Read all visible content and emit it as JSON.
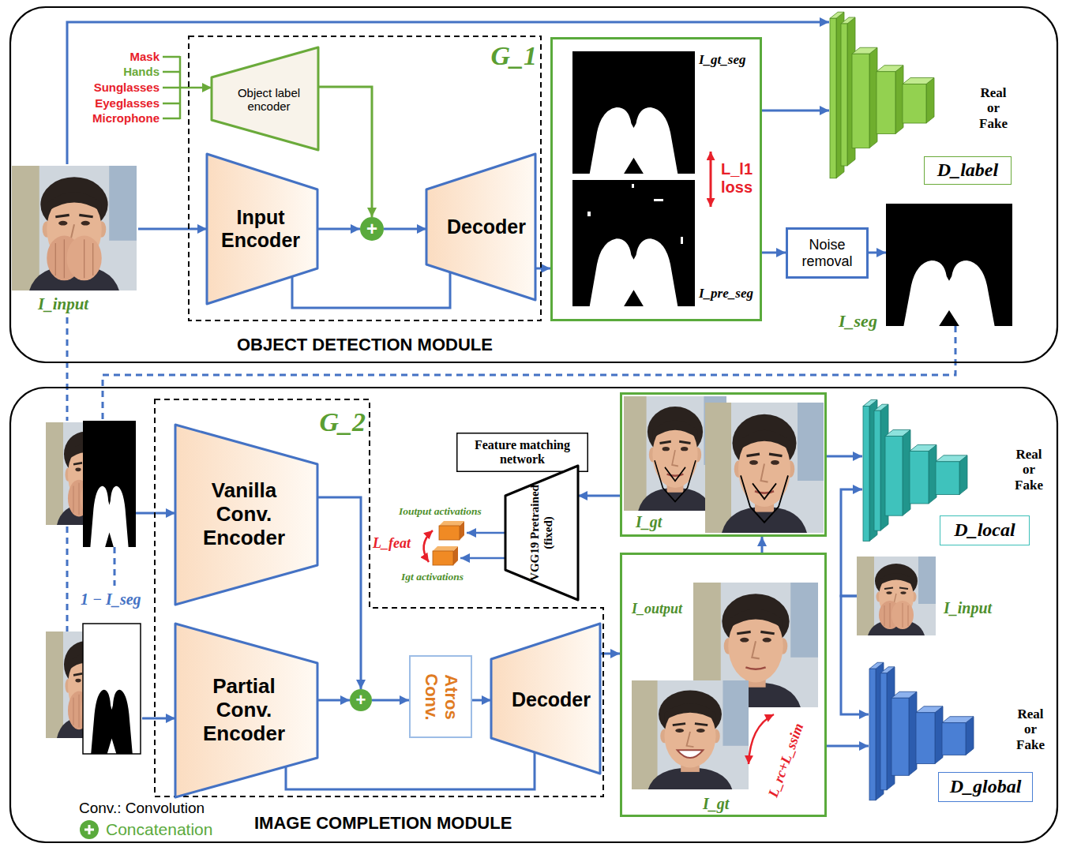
{
  "diagram": {
    "nodes": [
      {
        "text": [
          "OBJECT DETECTION MODULE"
        ]
      },
      {
        "text": [
          "I_input"
        ],
        "in": 0
      },
      {
        "text": [
          "G_1"
        ],
        "in": 0
      },
      {
        "text": [
          "Object label encoder"
        ],
        "in": 2
      },
      {
        "text": [
          "Input Encoder"
        ],
        "in": 2
      },
      {
        "text": [
          "+"
        ],
        "in": 2
      },
      {
        "text": [
          "Decoder"
        ],
        "in": 2
      },
      {
        "text": [
          "I_gt_seg",
          "L_l1 loss",
          "I_pre_seg"
        ],
        "in": 0
      },
      {
        "text": [
          "Real or Fake",
          "D_label"
        ],
        "in": 0
      },
      {
        "text": [
          "Noise removal"
        ],
        "in": 0
      },
      {
        "text": [
          "I_seg"
        ],
        "in": 0
      },
      {
        "text": [
          "IMAGE COMPLETION MODULE"
        ]
      },
      {
        "text": [
          "1 − I_seg"
        ],
        "in": 11
      },
      {
        "text": [
          "G_2"
        ],
        "in": 11
      },
      {
        "text": [
          "Vanilla Conv. Encoder"
        ],
        "in": 13
      },
      {
        "text": [
          "Partial Conv. Encoder"
        ],
        "in": 13
      },
      {
        "text": [
          "+"
        ],
        "in": 13
      },
      {
        "text": [
          "Atros Conv."
        ],
        "in": 13
      },
      {
        "text": [
          "Decoder"
        ],
        "in": 13
      },
      {
        "text": [
          "Feature matching network"
        ],
        "in": 11
      },
      {
        "text": [
          "VGG19 Pretrained (fixed)"
        ],
        "in": 11
      },
      {
        "text": [
          "I_gt"
        ],
        "in": 11
      },
      {
        "text": [
          "I_output",
          "I_gt",
          "L_rc+L_ssim"
        ],
        "in": 11
      },
      {
        "text": [
          "Real or Fake",
          "D_local"
        ],
        "in": 11
      },
      {
        "text": [
          "I_input"
        ],
        "in": 11
      },
      {
        "text": [
          "Real or Fake",
          "D_global"
        ],
        "in": 11
      }
    ],
    "edges": [
      {
        "from": 1,
        "to": 4,
        "arrow": "to"
      },
      {
        "from": 1,
        "to": 8,
        "arrow": "to"
      },
      {
        "from": 3,
        "to": 5,
        "arrow": "to"
      },
      {
        "from": 4,
        "to": 5,
        "arrow": "to"
      },
      {
        "from": 5,
        "to": 6,
        "arrow": "to"
      },
      {
        "from": 4,
        "to": 6,
        "arrow": "none"
      },
      {
        "from": 6,
        "to": 7,
        "arrow": "to"
      },
      {
        "from": 7,
        "to": 8,
        "arrow": "to"
      },
      {
        "from": 7,
        "to": 9,
        "arrow": "to"
      },
      {
        "from": 9,
        "to": 10,
        "arrow": "to"
      },
      {
        "from": 12,
        "to": 15,
        "arrow": "to"
      },
      {
        "from": 14,
        "to": 16,
        "arrow": "to"
      },
      {
        "from": 15,
        "to": 16,
        "arrow": "to"
      },
      {
        "from": 16,
        "to": 17,
        "arrow": "to"
      },
      {
        "from": 17,
        "to": 18,
        "arrow": "to"
      },
      {
        "from": 15,
        "to": 18,
        "arrow": "none"
      },
      {
        "from": 18,
        "to": 22,
        "arrow": "to"
      },
      {
        "from": 22,
        "to": 21,
        "arrow": "to"
      },
      {
        "from": 21,
        "to": 20,
        "arrow": "to"
      },
      {
        "from": 21,
        "to": 23,
        "arrow": "to"
      },
      {
        "from": 22,
        "to": 25,
        "arrow": "to"
      },
      {
        "from": 24,
        "to": 23,
        "arrow": "to"
      },
      {
        "from": 24,
        "to": 25,
        "arrow": "to"
      }
    ],
    "labels": [
      "Mask",
      "Hands",
      "Sunglasses",
      "Eyeglasses",
      "Microphone",
      "Ioutput activations",
      "L_feat",
      "Igt activations"
    ],
    "legend": [
      {
        "text": "Conv.: Convolution"
      },
      {
        "text": "Concatenation",
        "color": "#5aaa3c"
      }
    ]
  }
}
